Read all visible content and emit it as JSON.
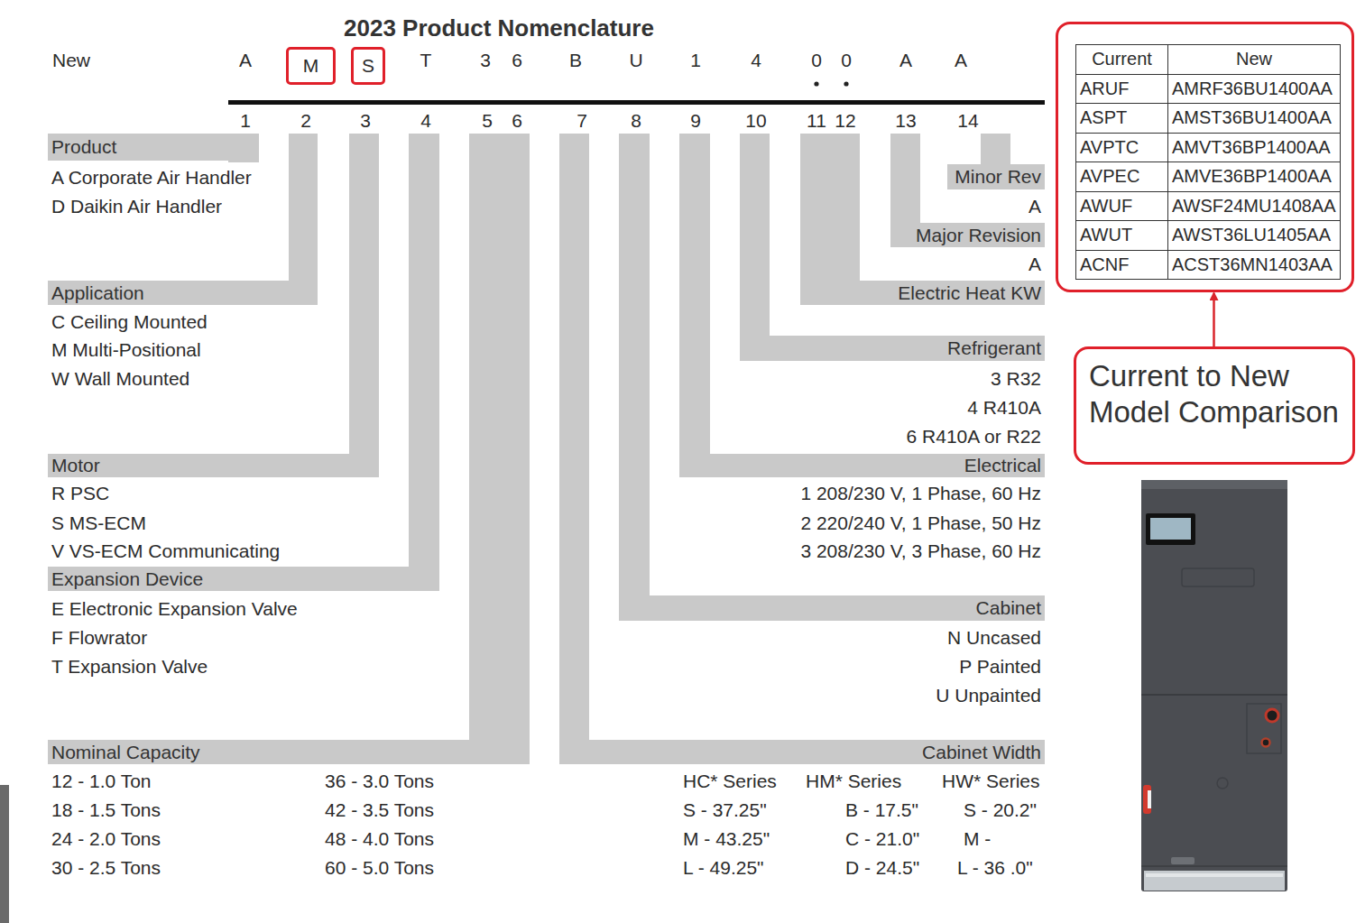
{
  "diagram": {
    "title": "2023 Product Nomenclature",
    "nodes": [
      {
        "text": [
          "M"
        ]
      },
      {
        "text": [
          "S"
        ]
      },
      {
        "text": [
          "Product"
        ]
      },
      {
        "text": [
          "Application"
        ]
      },
      {
        "text": [
          "Motor"
        ]
      },
      {
        "text": [
          "Expansion Device"
        ]
      },
      {
        "text": [
          "Nominal Capacity"
        ]
      },
      {
        "text": [
          "Minor Rev"
        ]
      },
      {
        "text": [
          "Major Revision"
        ]
      },
      {
        "text": [
          "Electric Heat KW"
        ]
      },
      {
        "text": [
          "Refrigerant"
        ]
      },
      {
        "text": [
          "Electrical"
        ]
      },
      {
        "text": [
          "Cabinet"
        ]
      },
      {
        "text": [
          "Cabinet Width"
        ]
      },
      {
        "text": [
          "Current",
          "New",
          "ARUF",
          "AMRF36BU1400AA",
          "ASPT",
          "AMST36BU1400AA",
          "AVPTC",
          "AMVT36BP1400AA",
          "AVPEC",
          "AMVE36BP1400AA",
          "AWUF",
          "AWSF24MU1408AA",
          "AWUT",
          "AWST36LU1405AA",
          "ACNF",
          "ACST36MN1403AA"
        ]
      },
      {
        "text": [
          "Current to New Model Comparison"
        ]
      }
    ],
    "edges": [
      {
        "from": 15,
        "to": 14,
        "arrow": "to"
      }
    ],
    "labels": [
      "New",
      "A",
      "T",
      "3",
      "6",
      "B",
      "U",
      "1",
      "4",
      "0",
      "0",
      "A",
      "A",
      "1",
      "2",
      "3",
      "4",
      "5",
      "6",
      "7",
      "8",
      "9",
      "10",
      "11",
      "12",
      "13",
      "14",
      "A Corporate Air Handler",
      "D Daikin Air Handler",
      "C Ceiling Mounted",
      "M Multi-Positional",
      "W Wall Mounted",
      "R PSC",
      "S MS-ECM",
      "V VS-ECM Communicating",
      "E Electronic Expansion Valve",
      "F Flowrator",
      "T Expansion Valve",
      "12 - 1.0 Ton",
      "18 - 1.5 Tons",
      "24 - 2.0 Tons",
      "30 - 2.5 Tons",
      "36 - 3.0 Tons",
      "42 - 3.5 Tons",
      "48 - 4.0 Tons",
      "60 - 5.0 Tons",
      "A",
      "A",
      "3 R32",
      "4 R410A",
      "6 R410A or R22",
      "1 208/230 V, 1 Phase, 60 Hz",
      "2 220/240 V, 1 Phase, 50 Hz",
      "3 208/230 V, 3 Phase, 60 Hz",
      "N Uncased",
      "P Painted",
      "U Unpainted",
      "HC* Series",
      "S - 37.25\"",
      "M - 43.25\"",
      "L - 49.25\"",
      "HM* Series",
      "B - 17.5\"",
      "C - 21.0\"",
      "D - 24.5\"",
      "HW* Series",
      "S - 20.2\"",
      "M -",
      "L - 36 .0\""
    ]
  }
}
